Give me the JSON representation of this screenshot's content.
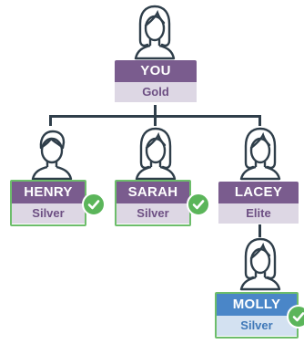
{
  "tree": {
    "root": {
      "name": "YOU",
      "tier": "Gold",
      "icon": "female-person-icon"
    },
    "children": [
      {
        "name": "HENRY",
        "tier": "Silver",
        "icon": "male-person-icon",
        "verified": true
      },
      {
        "name": "SARAH",
        "tier": "Silver",
        "icon": "female-person-icon",
        "verified": true
      },
      {
        "name": "LACEY",
        "tier": "Elite",
        "icon": "female-person-icon",
        "verified": false
      }
    ],
    "grandchild": {
      "name": "MOLLY",
      "tier": "Silver",
      "icon": "female-person-icon",
      "verified": true
    }
  },
  "colors": {
    "purple": "#7a5c8e",
    "purple_light": "#ddd7e4",
    "blue": "#4a86c8",
    "blue_light": "#d3e1f1",
    "green_check": "#5bb55a",
    "connector": "#2f3e4a"
  }
}
